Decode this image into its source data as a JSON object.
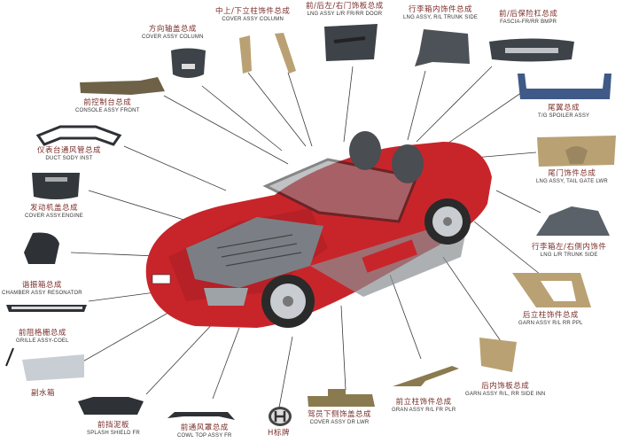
{
  "diagram": {
    "subject": "Car body parts exploded diagram (red convertible cutaway)",
    "colors": {
      "car_body": "#c8252a",
      "trim_beige": "#b9a173",
      "dark_part": "#3d4348",
      "blue_part": "#3f5a86",
      "leader_line": "#3a3a3a",
      "label_cn": "#7a2e2a"
    },
    "parts": [
      {
        "cn": "方向轴盖总成",
        "en": "COVER ASSY COLUMN"
      },
      {
        "cn": "中上/下立柱饰件总成",
        "en": "COVER ASSY COLUMN"
      },
      {
        "cn": "前/后左/右门饰板总成",
        "en": "LNG ASSY L/R FR/RR DOOR"
      },
      {
        "cn": "行李箱内饰件总成",
        "en": "LNG ASSY,  R/L TRUNK SIDE"
      },
      {
        "cn": "前/后保险杠总成",
        "en": "FASCIA-FR/RR BMPR"
      },
      {
        "cn": "前控制台总成",
        "en": "CONSOLE ASSY FRONT"
      },
      {
        "cn": "尾翼总成",
        "en": "T/G SPOILER ASSY"
      },
      {
        "cn": "仪表台通风管总成",
        "en": "DUCT SODY INST"
      },
      {
        "cn": "尾门饰件总成",
        "en": "LNG ASSY,  TAIL GATE LWR"
      },
      {
        "cn": "发动机盖总成",
        "en": "COVER ASSY.ENGINE"
      },
      {
        "cn": "行李箱左/右侧内饰件",
        "en": "LNG L/R TRUNK SIDE"
      },
      {
        "cn": "谐振箱总成",
        "en": "CHAMBER ASSY RESONATOR"
      },
      {
        "cn": "后立柱饰件总成",
        "en": "GARN ASSY R/L RR PPL"
      },
      {
        "cn": "前阻格栅总成",
        "en": "GRILLE ASSY-COEL"
      },
      {
        "cn": "副水箱",
        "en": ""
      },
      {
        "cn": "后内饰板总成",
        "en": "GARN ASSY R/L, RR SIDE INN"
      },
      {
        "cn": "前挡泥板",
        "en": "SPLASH SHIELD FR"
      },
      {
        "cn": "前通风罩总成",
        "en": "COWL TOP ASSY FR"
      },
      {
        "cn": "H标牌",
        "en": ""
      },
      {
        "cn": "驾员下侧饰盖总成",
        "en": "COVER ASSY DR LWR"
      },
      {
        "cn": "前立柱饰件总成",
        "en": "GRAN ASSY R/L FR PLR"
      }
    ]
  }
}
